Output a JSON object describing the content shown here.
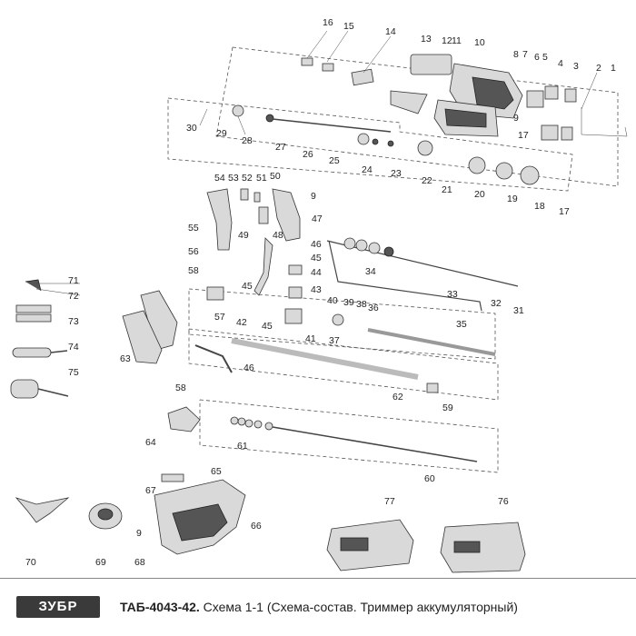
{
  "footer": {
    "brand": "ЗУБР",
    "model": "ТАБ-4043-42.",
    "caption": "Схема 1-1 (Схема-состав. Триммер аккумуляторный)"
  },
  "callouts": [
    "1",
    "2",
    "3",
    "4",
    "5",
    "6",
    "7",
    "8",
    "9",
    "10",
    "11",
    "12",
    "13",
    "14",
    "15",
    "16",
    "17",
    "17",
    "18",
    "19",
    "20",
    "21",
    "22",
    "23",
    "24",
    "25",
    "26",
    "27",
    "28",
    "29",
    "30",
    "31",
    "32",
    "33",
    "34",
    "35",
    "36",
    "37",
    "38",
    "39",
    "40",
    "41",
    "42",
    "43",
    "44",
    "45",
    "45",
    "45",
    "46",
    "46",
    "47",
    "48",
    "49",
    "50",
    "51",
    "52",
    "53",
    "54",
    "55",
    "56",
    "57",
    "58",
    "58",
    "59",
    "60",
    "61",
    "62",
    "63",
    "64",
    "65",
    "66",
    "67",
    "68",
    "69",
    "70",
    "71",
    "72",
    "73",
    "74",
    "75",
    "76",
    "77",
    "9",
    "9"
  ]
}
